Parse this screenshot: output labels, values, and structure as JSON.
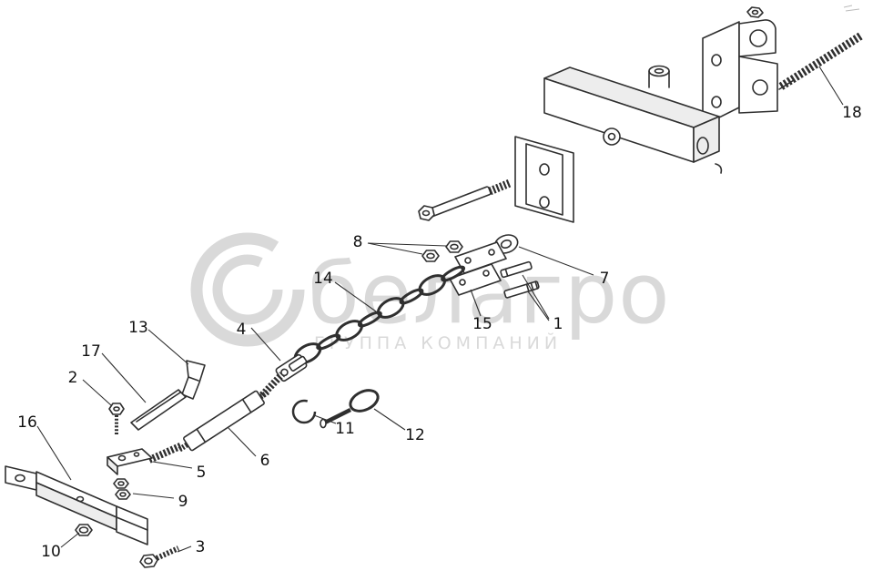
{
  "colors": {
    "watermark": "#d9d9d9",
    "line": "#2f2f2f",
    "label": "#111111"
  },
  "watermark": {
    "brand": "белагро",
    "subtitle": "ГРУППА КОМПАНИЙ"
  },
  "callouts": [
    {
      "label": "1"
    },
    {
      "label": "2"
    },
    {
      "label": "3"
    },
    {
      "label": "4"
    },
    {
      "label": "5"
    },
    {
      "label": "6"
    },
    {
      "label": "7"
    },
    {
      "label": "8"
    },
    {
      "label": "9"
    },
    {
      "label": "10"
    },
    {
      "label": "11"
    },
    {
      "label": "12"
    },
    {
      "label": "13"
    },
    {
      "label": "14"
    },
    {
      "label": "15"
    },
    {
      "label": "16"
    },
    {
      "label": "17"
    },
    {
      "label": "18"
    }
  ]
}
